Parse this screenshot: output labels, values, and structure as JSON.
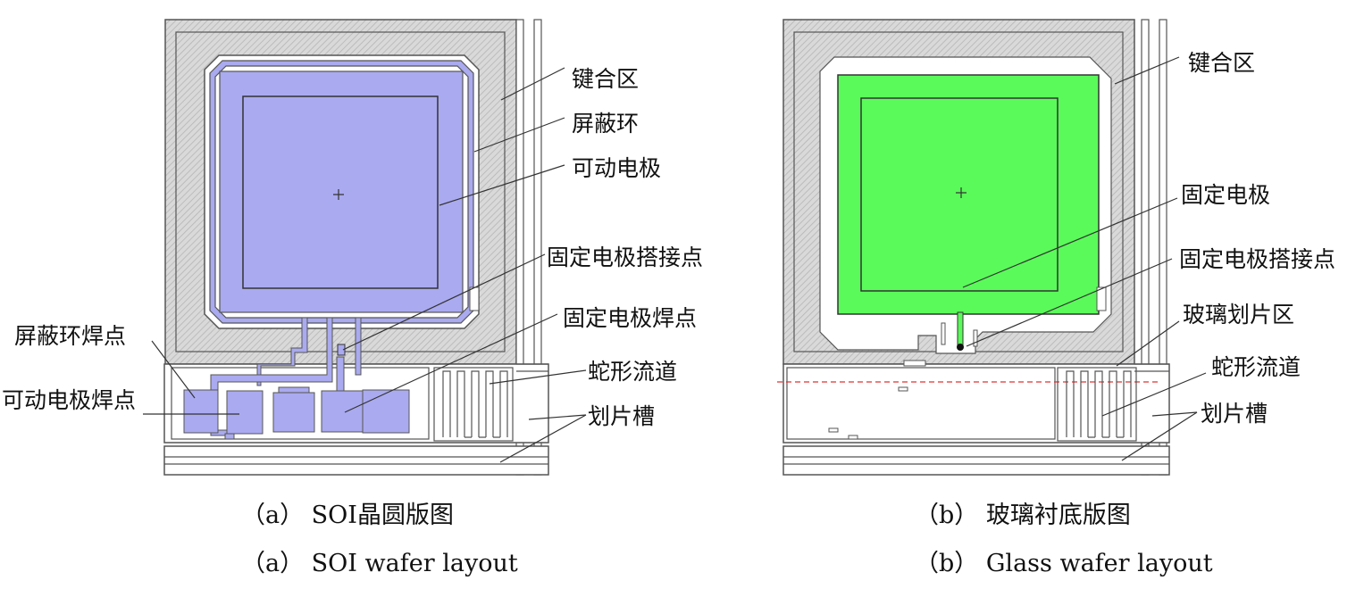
{
  "panel_a": {
    "labels": {
      "bonding": "键合区",
      "shield_ring": "屏蔽环",
      "movable_electrode": "可动电极",
      "fixed_contact": "固定电极搭接点",
      "fixed_pad": "固定电极焊点",
      "serpentine": "蛇形流道",
      "dicing_groove": "划片槽",
      "shield_pad": "屏蔽环焊点",
      "movable_pad": "可动电极焊点"
    },
    "caption_cn": "（a） SOI晶圆版图",
    "caption_en": "（a） SOI wafer layout"
  },
  "panel_b": {
    "labels": {
      "bonding": "键合区",
      "fixed_electrode": "固定电极",
      "fixed_contact": "固定电极搭接点",
      "glass_dicing": "玻璃划片区",
      "serpentine": "蛇形流道",
      "dicing_groove": "划片槽"
    },
    "caption_cn": "（b） 玻璃衬底版图",
    "caption_en": "（b） Glass wafer layout"
  },
  "colors": {
    "soi_electrode": "#aaaaf0",
    "glass_electrode": "#5afa5a",
    "hatch": "#cfcfcf",
    "dashed_line": "#e03030"
  }
}
